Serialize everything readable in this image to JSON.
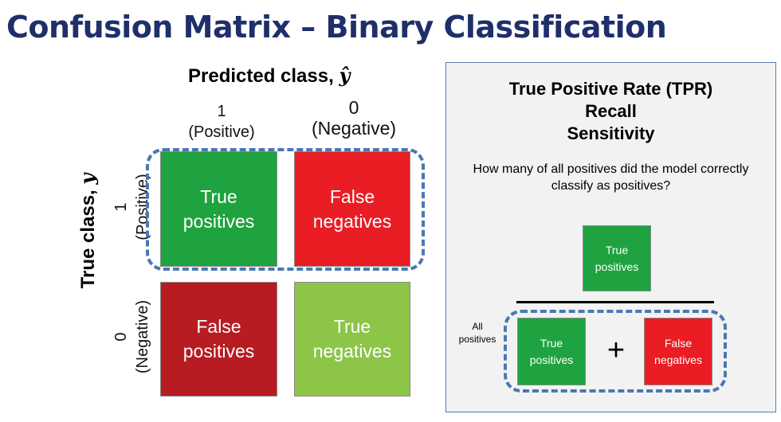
{
  "title": "Confusion Matrix – Binary Classification",
  "predicted_axis": {
    "label": "Predicted class, ",
    "symbol": "ŷ"
  },
  "true_axis": {
    "label": "True class, ",
    "symbol": "y"
  },
  "columns": [
    {
      "value": "1",
      "name": "(Positive)"
    },
    {
      "value": "0",
      "name": "(Negative)"
    }
  ],
  "rows": [
    {
      "value": "1",
      "name": "(Positive)"
    },
    {
      "value": "0",
      "name": "(Negative)"
    }
  ],
  "cells": {
    "tp": {
      "line1": "True",
      "line2": "positives"
    },
    "fn": {
      "line1": "False",
      "line2": "negatives"
    },
    "fp": {
      "line1": "False",
      "line2": "positives"
    },
    "tn": {
      "line1": "True",
      "line2": "negatives"
    }
  },
  "colors": {
    "title": "#1f2f6b",
    "true_positive": "#1fa340",
    "false_negative": "#ea1c24",
    "false_positive": "#b71c22",
    "true_negative": "#8cc548",
    "dashed_outline": "#4a78b3"
  },
  "panel": {
    "title_lines": [
      "True Positive Rate (TPR)",
      "Recall",
      "Sensitivity"
    ],
    "question": "How many of all positives did the model correctly classify as positives?",
    "numerator": {
      "line1": "True",
      "line2": "positives"
    },
    "denominator_label": {
      "line1": "All",
      "line2": "positives"
    },
    "denominator_left": {
      "line1": "True",
      "line2": "positives"
    },
    "operator": "+",
    "denominator_right": {
      "line1": "False",
      "line2": "negatives"
    }
  }
}
